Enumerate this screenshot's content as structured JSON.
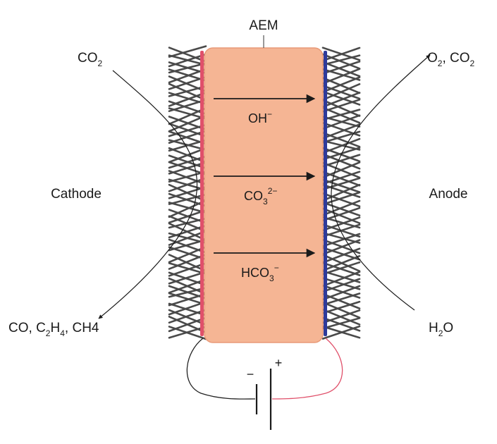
{
  "membrane": {
    "label": "AEM",
    "fill": "#f5b594",
    "stroke": "#e89a78"
  },
  "electrodes": {
    "cathode_label": "Cathode",
    "anode_label": "Anode",
    "cathode_color": "#e0506a",
    "anode_color": "#2e3a9a",
    "fiber_color": "#4a4a4a"
  },
  "cathode_side": {
    "input": {
      "base": "CO",
      "sub": "2"
    },
    "products": [
      {
        "base": "CO",
        "sub": ""
      },
      {
        "base": "C",
        "sub": "2"
      },
      {
        "base": "H",
        "sub": "4"
      },
      {
        "base": "CH4",
        "sub": ""
      }
    ]
  },
  "anode_side": {
    "input": {
      "pre": "H",
      "sub": "2",
      "post": "O"
    },
    "products": {
      "o": "O",
      "o_sub": "2",
      "sep": ", ",
      "co": "CO",
      "co_sub": "2"
    }
  },
  "ions": [
    {
      "base": "OH",
      "sup": "−",
      "sub": ""
    },
    {
      "base": "CO",
      "sub": "3",
      "sup": "2−"
    },
    {
      "base": "HCO",
      "sub": "3",
      "sup": "−"
    }
  ],
  "battery": {
    "minus": "−",
    "plus": "+",
    "wire_negative": "#222222",
    "wire_positive": "#e0506a"
  }
}
